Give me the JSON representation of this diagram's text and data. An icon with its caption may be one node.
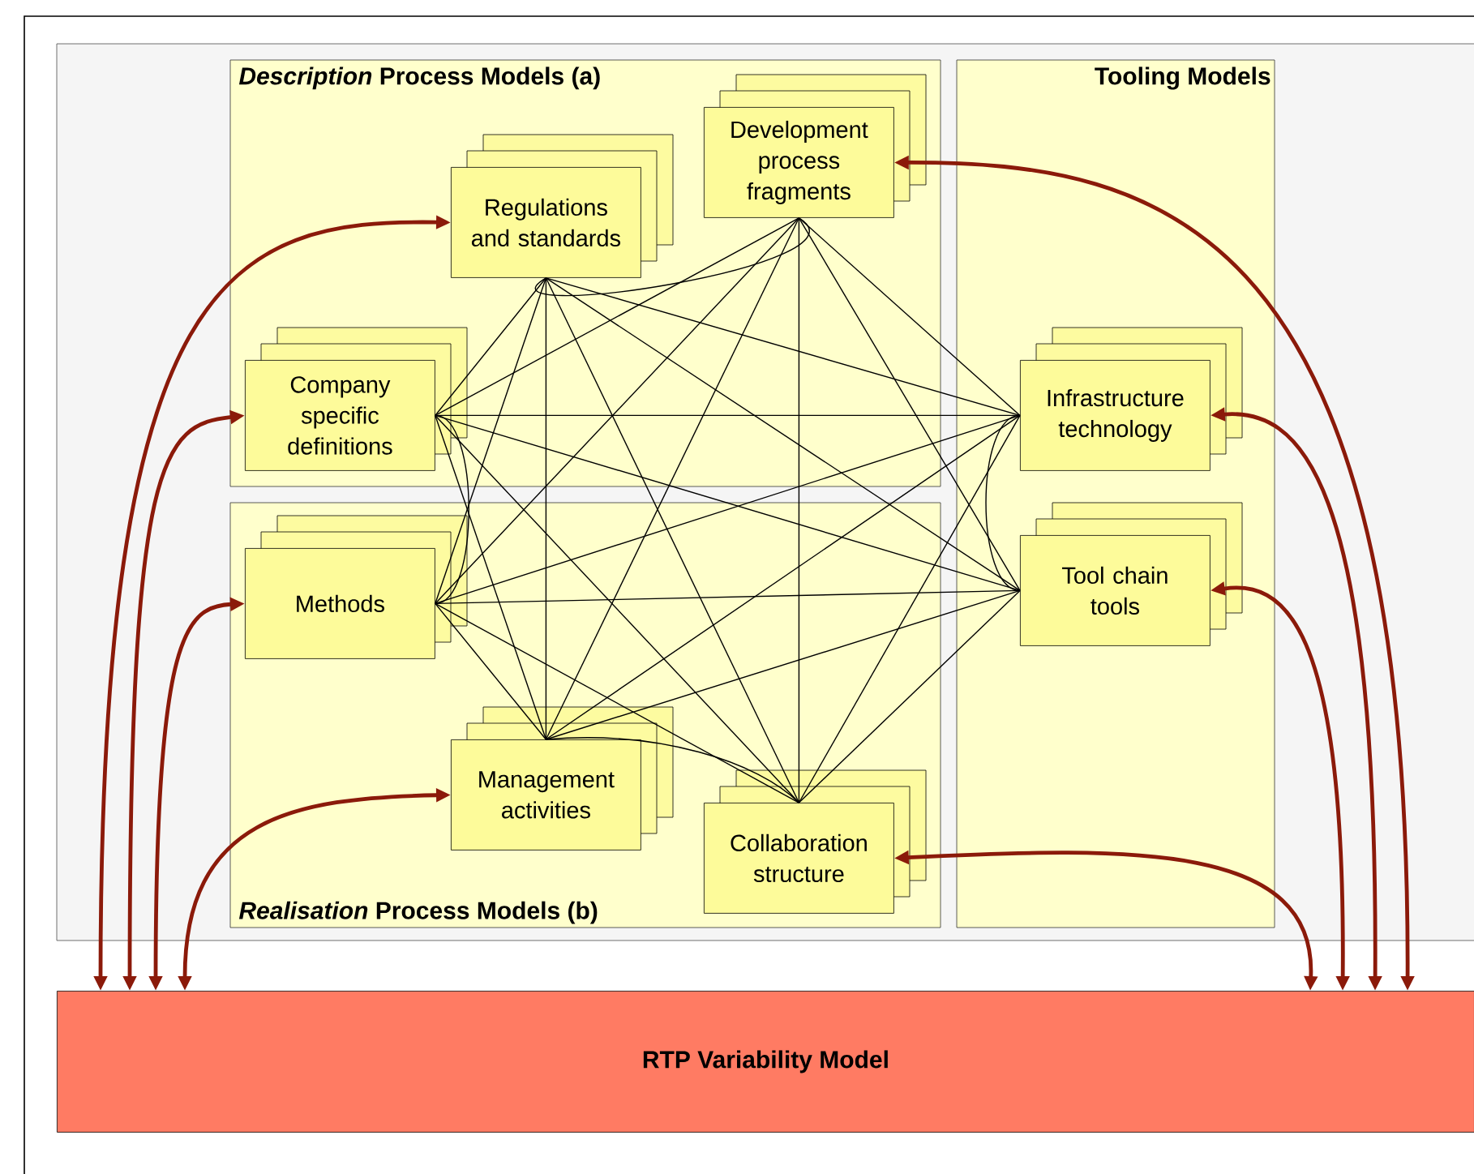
{
  "diagram": {
    "nodes": [
      {
        "text": [
          "*Description* Process Models (a)"
        ]
      },
      {
        "text": [
          "Development process fragments"
        ],
        "in": 0
      },
      {
        "text": [
          "Regulations and standards"
        ],
        "in": 0
      },
      {
        "text": [
          "Company specific definitions"
        ],
        "in": 0
      },
      {
        "text": [
          "*Realisation* Process Models (b)"
        ]
      },
      {
        "text": [
          "Methods"
        ],
        "in": 4
      },
      {
        "text": [
          "Management activities"
        ],
        "in": 4
      },
      {
        "text": [
          "Collaboration structure"
        ],
        "in": 4
      },
      {
        "text": [
          "Tooling Models"
        ]
      },
      {
        "text": [
          "Infrastructure technology"
        ],
        "in": 8
      },
      {
        "text": [
          "Tool chain tools"
        ],
        "in": 8
      },
      {
        "text": [
          "RTP Variability Model"
        ]
      }
    ],
    "edges": [
      {
        "from": 1,
        "to": 2,
        "arrow": "none"
      },
      {
        "from": 1,
        "to": 3,
        "arrow": "none"
      },
      {
        "from": 1,
        "to": 5,
        "arrow": "none"
      },
      {
        "from": 1,
        "to": 6,
        "arrow": "none"
      },
      {
        "from": 1,
        "to": 7,
        "arrow": "none"
      },
      {
        "from": 1,
        "to": 9,
        "arrow": "none"
      },
      {
        "from": 1,
        "to": 10,
        "arrow": "none"
      },
      {
        "from": 2,
        "to": 3,
        "arrow": "none"
      },
      {
        "from": 2,
        "to": 5,
        "arrow": "none"
      },
      {
        "from": 2,
        "to": 6,
        "arrow": "none"
      },
      {
        "from": 2,
        "to": 7,
        "arrow": "none"
      },
      {
        "from": 2,
        "to": 9,
        "arrow": "none"
      },
      {
        "from": 2,
        "to": 10,
        "arrow": "none"
      },
      {
        "from": 3,
        "to": 5,
        "arrow": "none"
      },
      {
        "from": 3,
        "to": 6,
        "arrow": "none"
      },
      {
        "from": 3,
        "to": 7,
        "arrow": "none"
      },
      {
        "from": 3,
        "to": 9,
        "arrow": "none"
      },
      {
        "from": 3,
        "to": 10,
        "arrow": "none"
      },
      {
        "from": 5,
        "to": 6,
        "arrow": "none"
      },
      {
        "from": 5,
        "to": 7,
        "arrow": "none"
      },
      {
        "from": 5,
        "to": 9,
        "arrow": "none"
      },
      {
        "from": 5,
        "to": 10,
        "arrow": "none"
      },
      {
        "from": 6,
        "to": 7,
        "arrow": "none"
      },
      {
        "from": 6,
        "to": 9,
        "arrow": "none"
      },
      {
        "from": 6,
        "to": 10,
        "arrow": "none"
      },
      {
        "from": 7,
        "to": 9,
        "arrow": "none"
      },
      {
        "from": 7,
        "to": 10,
        "arrow": "none"
      },
      {
        "from": 9,
        "to": 10,
        "arrow": "none"
      },
      {
        "from": 11,
        "to": 2,
        "arrow": "both",
        "style": "thick",
        "color": "#8b1a0a"
      },
      {
        "from": 11,
        "to": 3,
        "arrow": "both",
        "style": "thick",
        "color": "#8b1a0a"
      },
      {
        "from": 11,
        "to": 5,
        "arrow": "both",
        "style": "thick",
        "color": "#8b1a0a"
      },
      {
        "from": 11,
        "to": 6,
        "arrow": "both",
        "style": "thick",
        "color": "#8b1a0a"
      },
      {
        "from": 11,
        "to": 7,
        "arrow": "both",
        "style": "thick",
        "color": "#8b1a0a"
      },
      {
        "from": 11,
        "to": 10,
        "arrow": "both",
        "style": "thick",
        "color": "#8b1a0a"
      },
      {
        "from": 11,
        "to": 9,
        "arrow": "both",
        "style": "thick",
        "color": "#8b1a0a"
      },
      {
        "from": 11,
        "to": 1,
        "arrow": "both",
        "style": "thick",
        "color": "#8b1a0a"
      }
    ]
  }
}
